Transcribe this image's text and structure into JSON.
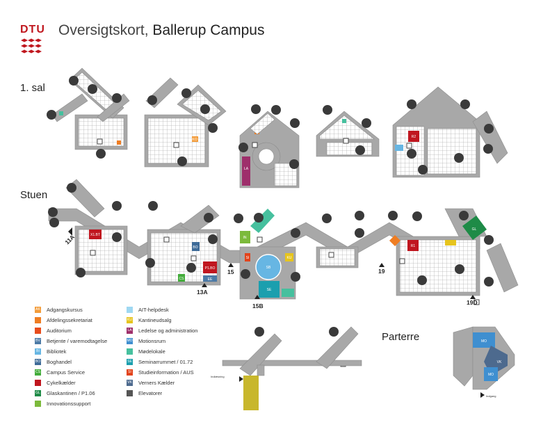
{
  "header": {
    "logo_text": "DTU",
    "title_prefix": "Oversigtskort,",
    "title_main": "Ballerup Campus"
  },
  "levels": {
    "first_floor": "1. sal",
    "ground_floor": "Stuen",
    "basement": "Parterre"
  },
  "entrances": {
    "e11a": "11A",
    "e13a": "13A",
    "e15": "15",
    "e15b": "15B",
    "e19": "19",
    "e19d": "19D"
  },
  "room_codes": {
    "x1bt": "X1.BT",
    "p1bo": "P1.BO",
    "r1": "R1",
    "r2": "R2",
    "bo": "BO",
    "cs": "CS",
    "ee": "EE",
    "se": "SE",
    "si": "SI",
    "sb": "SB",
    "in": "IN",
    "gl": "GL",
    "ku": "KU",
    "ko": "KO",
    "la": "LA",
    "vk": "VK",
    "mo": "MO"
  },
  "map_notes": {
    "loading_label": "Indlæsning",
    "entrance_label": "Indgang"
  },
  "legend": [
    {
      "code": "AK",
      "label": "Adgangskursus",
      "color": "#f39c3a"
    },
    {
      "code": "",
      "label": "Afdelingssekretariat",
      "color": "#ef7d22"
    },
    {
      "code": "",
      "label": "Auditorium",
      "color": "#e84c1c"
    },
    {
      "code": "BV",
      "label": "Betjente / varemodtagelse",
      "color": "#4c7aa6"
    },
    {
      "code": "BI",
      "label": "Bibliotek",
      "color": "#67b6e3"
    },
    {
      "code": "BO",
      "label": "Boghandel",
      "color": "#3e6b98"
    },
    {
      "code": "CS",
      "label": "Campus Service",
      "color": "#43ac3b"
    },
    {
      "code": "",
      "label": "Cykelkælder",
      "color": "#c0161f"
    },
    {
      "code": "GL",
      "label": "Glaskantinen / P1.06",
      "color": "#1e8b47"
    },
    {
      "code": "",
      "label": "Innovationssupport",
      "color": "#7cba3b"
    },
    {
      "code": "",
      "label": "AIT-helpdesk",
      "color": "#9fd8f2"
    },
    {
      "code": "KU",
      "label": "Kantineudsalg",
      "color": "#e6c41d"
    },
    {
      "code": "LA",
      "label": "Ledelse og administration",
      "color": "#9e2f6b"
    },
    {
      "code": "MO",
      "label": "Motionsrum",
      "color": "#3f8fd0"
    },
    {
      "code": "",
      "label": "Mødelokale",
      "color": "#46c09e"
    },
    {
      "code": "SE",
      "label": "Seminarrummet / 01.72",
      "color": "#1b9fae"
    },
    {
      "code": "SI",
      "label": "Studieinformation / AUS",
      "color": "#e2431b"
    },
    {
      "code": "VK",
      "label": "Verners Kælder",
      "color": "#4d6a8e"
    },
    {
      "code": "",
      "label": "Elevatorer",
      "color": "#555555"
    }
  ]
}
